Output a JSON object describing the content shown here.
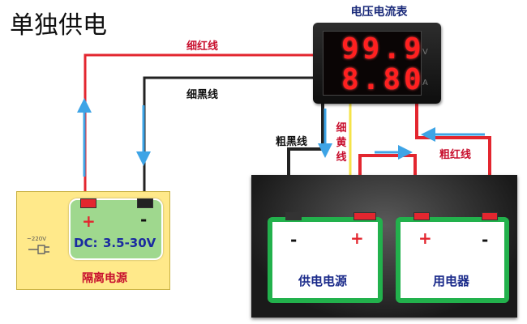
{
  "title": "单独供电",
  "meter": {
    "title": "电压电流表",
    "voltage_reading": "99.9",
    "current_reading": "8.80",
    "voltage_unit": "V",
    "current_unit": "A"
  },
  "wires": {
    "thin_red": "细红线",
    "thin_black": "细黑线",
    "thick_black": "粗黑线",
    "thin_yellow": [
      "细",
      "黄",
      "线"
    ],
    "thick_red": "粗红线"
  },
  "isolated_supply": {
    "name": "隔离电源",
    "plus": "+",
    "minus": "-",
    "dc_label": "DC:",
    "dc_range": "3.5-30V",
    "plug_label": "~220V"
  },
  "power_source": {
    "name": "供电电源",
    "minus": "-",
    "plus": "+"
  },
  "load": {
    "name": "用电器",
    "plus": "+",
    "minus": "-"
  },
  "colors": {
    "red_wire": "#e3262f",
    "black_wire": "#222222",
    "yellow_wire": "#f5e34a",
    "arrow": "#3ea4e6",
    "green_border": "#22b14c",
    "iso_background": "#ffe98a"
  }
}
